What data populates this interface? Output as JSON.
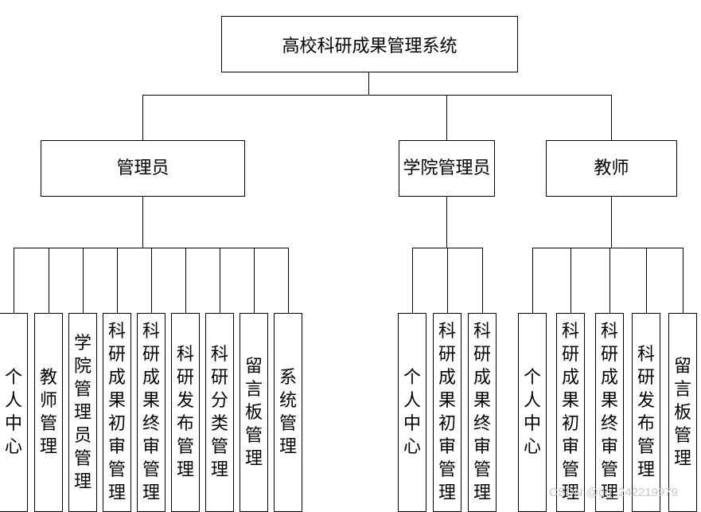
{
  "root": {
    "label": "高校科研成果管理系统"
  },
  "roles": [
    {
      "label": "管理员",
      "children": [
        "个人中心",
        "教师管理",
        "学院管理员管理",
        "科研成果初审管理",
        "科研成果终审管理",
        "科研发布管理",
        "科研分类管理",
        "留言板管理",
        "系统管理"
      ]
    },
    {
      "label": "学院管理员",
      "children": [
        "个人中心",
        "科研成果初审管理",
        "科研成果终审管理"
      ]
    },
    {
      "label": "教师",
      "children": [
        "个人中心",
        "科研成果初审管理",
        "科研成果终审管理",
        "科研发布管理",
        "留言板管理"
      ]
    }
  ],
  "watermark": "CSDN @qq_242219979"
}
